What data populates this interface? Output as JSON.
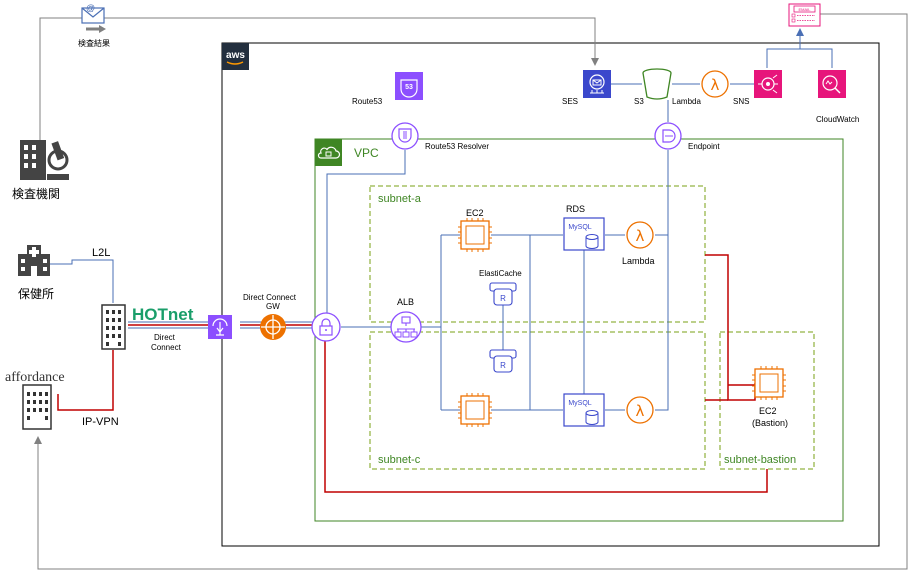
{
  "colors": {
    "vpc_border": "#3f8624",
    "subnet_border": "#7aa116",
    "aws_border": "#000000",
    "blue_line": "#4a6fb5",
    "red_line": "#c00000",
    "gray_line": "#808080",
    "purple": "#8c4fff",
    "orange": "#ed7100",
    "pink": "#e7157b",
    "hotnet_green": "#1a9e6a"
  },
  "aws": {
    "logo_text": "aws"
  },
  "vpc": {
    "label": "VPC"
  },
  "subnets": {
    "a": "subnet-a",
    "c": "subnet-c",
    "bastion": "subnet-bastion"
  },
  "services": {
    "route53": "Route53",
    "route53_resolver": "Route53  Resolver",
    "ses": "SES",
    "s3": "S3",
    "lambda_top": "Lambda",
    "sns": "SNS",
    "cloudwatch": "CloudWatch",
    "endpoint": "Endpoint",
    "ec2": "EC2",
    "rds": "RDS",
    "elasticache": "ElastiCache",
    "lambda_vpc": "Lambda",
    "alb": "ALB",
    "ec2_bastion_line1": "EC2",
    "ec2_bastion_line2": "(Bastion)",
    "direct_connect_gw_line1": "Direct Connect",
    "direct_connect_gw_line2": "GW",
    "mysql": "MySQL"
  },
  "external": {
    "inspection_org": "検査機関",
    "health_center": "保健所",
    "affordance_brand": "affordance",
    "hotnet_brand": "HOTnet",
    "direct_connect_line1": "Direct",
    "direct_connect_line2": "Connect",
    "l2l": "L2L",
    "ip_vpn": "IP-VPN",
    "result_mail": "検査結果",
    "email_badge": "EMAIL"
  },
  "icons": {
    "mail": "mail-icon",
    "email_notification": "email-window-icon",
    "lab_building": "lab-building-icon",
    "hospital": "hospital-icon",
    "office_building": "office-building-icon",
    "aws_logo": "aws-logo-icon",
    "cloud": "cloud-icon",
    "route53": "route53-icon",
    "resolver": "route53-resolver-icon",
    "ses": "ses-icon",
    "s3_bucket": "s3-bucket-icon",
    "lambda": "lambda-icon",
    "sns": "sns-icon",
    "cloudwatch": "cloudwatch-icon",
    "endpoint": "endpoint-icon",
    "ec2": "ec2-instance-icon",
    "rds": "rds-mysql-icon",
    "elasticache": "elasticache-icon",
    "alb": "alb-icon",
    "lock": "lock-icon",
    "direct_connect": "direct-connect-icon",
    "dx_gateway": "direct-connect-gateway-icon"
  }
}
